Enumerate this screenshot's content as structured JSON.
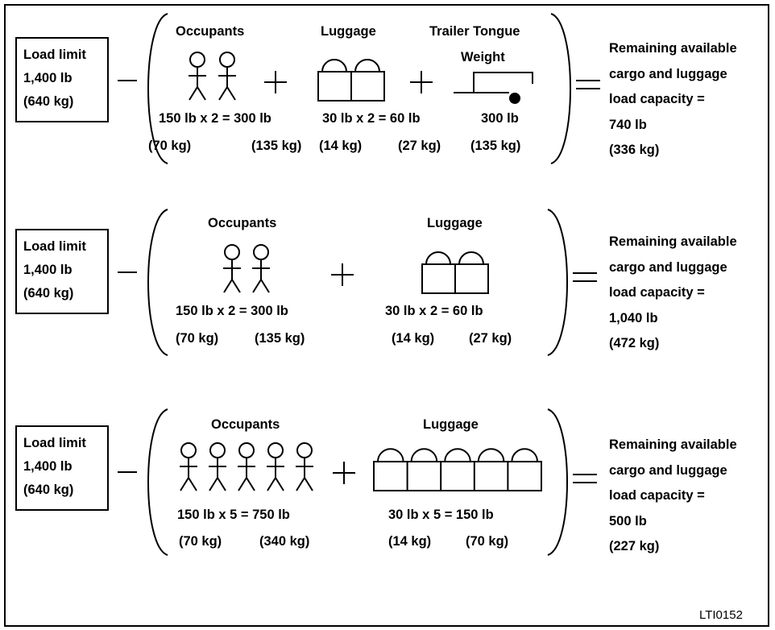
{
  "figure_code": "LTI0152",
  "examples": [
    {
      "load_limit": [
        "Load limit",
        "1,400 lb",
        "(640 kg)"
      ],
      "occupants": {
        "label": "Occupants",
        "count": 2,
        "calc": "150 lb x 2 = 300 lb",
        "unit_kg": "(70 kg)",
        "total_kg": "(135 kg)"
      },
      "luggage": {
        "label": "Luggage",
        "count": 2,
        "calc": "30 lb x 2 = 60 lb",
        "unit_kg": "(14 kg)",
        "total_kg": "(27 kg)"
      },
      "trailer": {
        "label_line1": "Trailer Tongue",
        "label_line2": "Weight",
        "calc": "300 lb",
        "total_kg": "(135 kg)"
      },
      "result": [
        "Remaining available",
        "cargo and luggage",
        "load capacity =",
        "740 lb",
        "(336 kg)"
      ]
    },
    {
      "load_limit": [
        "Load limit",
        "1,400 lb",
        "(640 kg)"
      ],
      "occupants": {
        "label": "Occupants",
        "count": 2,
        "calc": "150 lb x 2 = 300 lb",
        "unit_kg": "(70 kg)",
        "total_kg": "(135 kg)"
      },
      "luggage": {
        "label": "Luggage",
        "count": 2,
        "calc": "30 lb x 2 = 60 lb",
        "unit_kg": "(14 kg)",
        "total_kg": "(27 kg)"
      },
      "result": [
        "Remaining available",
        "cargo and luggage",
        "load capacity =",
        "1,040 lb",
        "(472 kg)"
      ]
    },
    {
      "load_limit": [
        "Load limit",
        "1,400 lb",
        "(640 kg)"
      ],
      "occupants": {
        "label": "Occupants",
        "count": 5,
        "calc": "150 lb x 5 = 750 lb",
        "unit_kg": "(70 kg)",
        "total_kg": "(340 kg)"
      },
      "luggage": {
        "label": "Luggage",
        "count": 5,
        "calc": "30 lb x 5 = 150 lb",
        "unit_kg": "(14 kg)",
        "total_kg": "(70 kg)"
      },
      "result": [
        "Remaining available",
        "cargo and luggage",
        "load capacity =",
        "500 lb",
        "(227 kg)"
      ]
    }
  ]
}
